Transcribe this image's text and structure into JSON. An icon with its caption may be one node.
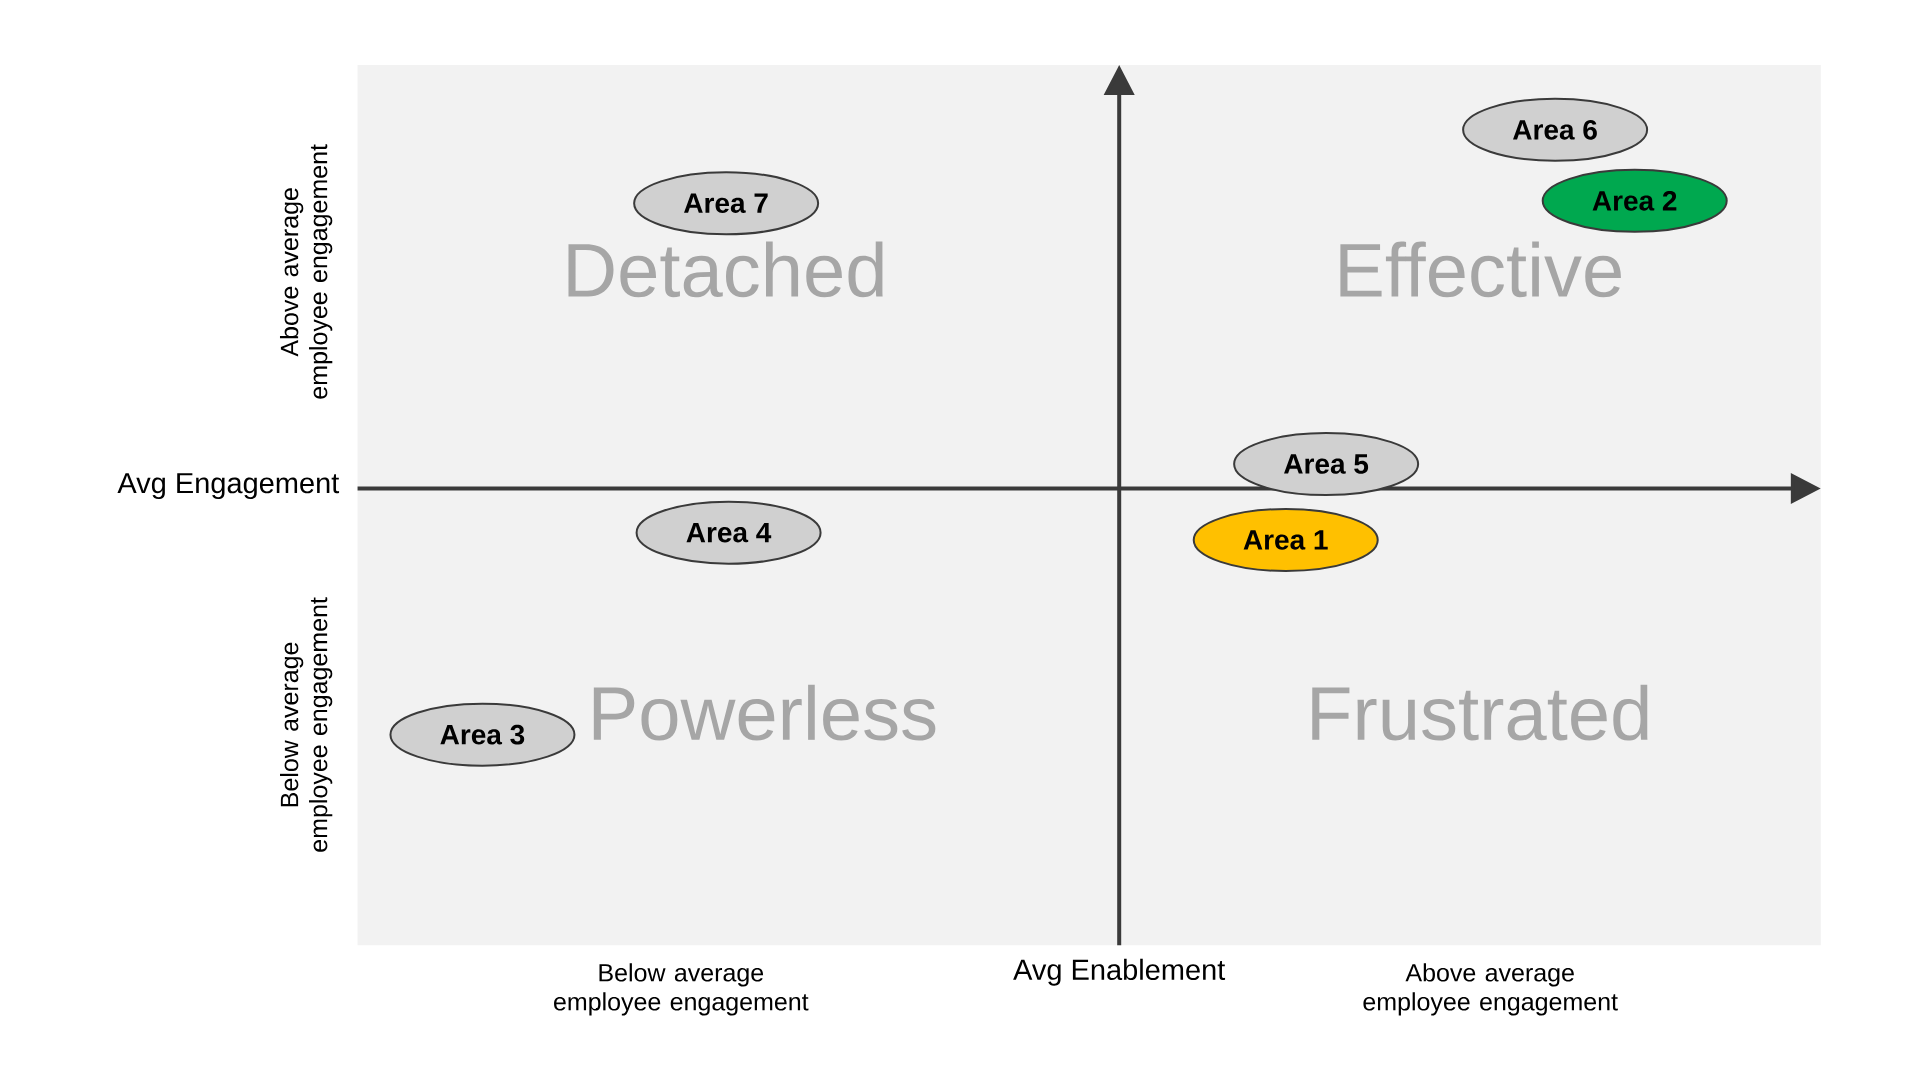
{
  "diagram": {
    "nodes": [
      {
        "text": [
          "Area 6"
        ]
      },
      {
        "text": [
          "Area 7"
        ]
      },
      {
        "text": [
          "Area 2"
        ]
      },
      {
        "text": [
          "Area 5"
        ]
      },
      {
        "text": [
          "Area 4"
        ]
      },
      {
        "text": [
          "Area 1"
        ]
      },
      {
        "text": [
          "Area 3"
        ]
      }
    ],
    "labels": [
      "Above average employee engagement",
      "Detached",
      "Effective",
      "Avg Engagement",
      "Below average employee engagement",
      "Powerless",
      "Frustrated",
      "Below average employee engagement",
      "Avg Enablement",
      "Above average employee engagement"
    ]
  }
}
